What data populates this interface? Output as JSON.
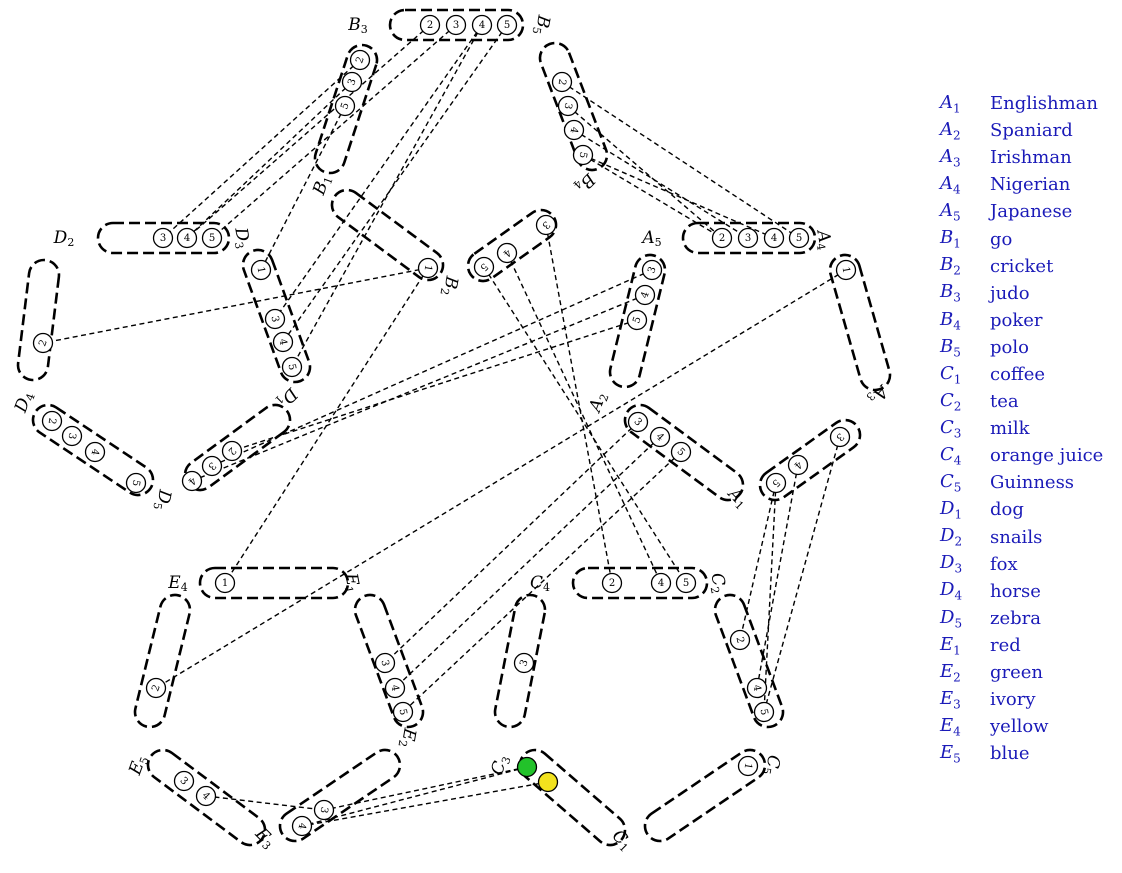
{
  "legend": [
    {
      "letter": "A",
      "index": "1",
      "name": "Englishman"
    },
    {
      "letter": "A",
      "index": "2",
      "name": "Spaniard"
    },
    {
      "letter": "A",
      "index": "3",
      "name": "Irishman"
    },
    {
      "letter": "A",
      "index": "4",
      "name": "Nigerian"
    },
    {
      "letter": "A",
      "index": "5",
      "name": "Japanese"
    },
    {
      "letter": "B",
      "index": "1",
      "name": "go"
    },
    {
      "letter": "B",
      "index": "2",
      "name": "cricket"
    },
    {
      "letter": "B",
      "index": "3",
      "name": "judo"
    },
    {
      "letter": "B",
      "index": "4",
      "name": "poker"
    },
    {
      "letter": "B",
      "index": "5",
      "name": "polo"
    },
    {
      "letter": "C",
      "index": "1",
      "name": "coffee"
    },
    {
      "letter": "C",
      "index": "2",
      "name": "tea"
    },
    {
      "letter": "C",
      "index": "3",
      "name": "milk"
    },
    {
      "letter": "C",
      "index": "4",
      "name": "orange juice"
    },
    {
      "letter": "C",
      "index": "5",
      "name": "Guinness"
    },
    {
      "letter": "D",
      "index": "1",
      "name": "dog"
    },
    {
      "letter": "D",
      "index": "2",
      "name": "snails"
    },
    {
      "letter": "D",
      "index": "3",
      "name": "fox"
    },
    {
      "letter": "D",
      "index": "4",
      "name": "horse"
    },
    {
      "letter": "D",
      "index": "5",
      "name": "zebra"
    },
    {
      "letter": "E",
      "index": "1",
      "name": "red"
    },
    {
      "letter": "E",
      "index": "2",
      "name": "green"
    },
    {
      "letter": "E",
      "index": "3",
      "name": "ivory"
    },
    {
      "letter": "E",
      "index": "4",
      "name": "yellow"
    },
    {
      "letter": "E",
      "index": "5",
      "name": "blue"
    }
  ],
  "colors": {
    "legend_text": "#1a1ab8",
    "highlight_green": "#22c22a",
    "highlight_yellow": "#f2e21e",
    "line": "#000000"
  },
  "groups": [
    {
      "id": "B3",
      "letter": "B",
      "index": "3",
      "upright": true,
      "nodes": [
        "2",
        "3",
        "4",
        "5"
      ]
    },
    {
      "id": "B5",
      "letter": "B",
      "index": "5",
      "upright": false,
      "nodes": [
        "2",
        "3",
        "4",
        "5"
      ]
    },
    {
      "id": "B1",
      "letter": "B",
      "index": "1",
      "upright": false,
      "nodes": [
        "2",
        "3",
        "5"
      ]
    },
    {
      "id": "D2",
      "letter": "D",
      "index": "2",
      "upright": true,
      "nodes": [
        "3",
        "4",
        "5"
      ]
    },
    {
      "id": "D3",
      "letter": "D",
      "index": "3",
      "upright": false,
      "nodes": [
        "1",
        "3",
        "4",
        "5"
      ]
    },
    {
      "id": "B2",
      "letter": "B",
      "index": "2",
      "upright": false,
      "nodes": [
        "1"
      ]
    },
    {
      "id": "B4",
      "letter": "B",
      "index": "4",
      "upright": false,
      "nodes": [
        "3",
        "4",
        "5"
      ]
    },
    {
      "id": "A5",
      "letter": "A",
      "index": "5",
      "upright": true,
      "nodes": [
        "2",
        "3",
        "4",
        "5"
      ]
    },
    {
      "id": "A4",
      "letter": "A",
      "index": "4",
      "upright": false,
      "nodes": [
        "1"
      ]
    },
    {
      "id": "D4",
      "letter": "D",
      "index": "4",
      "upright": false,
      "nodes": [
        "2"
      ]
    },
    {
      "id": "D1",
      "letter": "D",
      "index": "1",
      "upright": false,
      "nodes": [
        "2",
        "3",
        "4",
        "5"
      ]
    },
    {
      "id": "A2",
      "letter": "A",
      "index": "2",
      "upright": false,
      "nodes": [
        "3",
        "4",
        "5"
      ]
    },
    {
      "id": "A3",
      "letter": "A",
      "index": "3",
      "upright": false,
      "nodes": [
        "3",
        "4",
        "5"
      ]
    },
    {
      "id": "D5",
      "letter": "D",
      "index": "5",
      "upright": false,
      "nodes": [
        "2",
        "3",
        "4",
        "5"
      ]
    },
    {
      "id": "A1",
      "letter": "A",
      "index": "1",
      "upright": false,
      "nodes": [
        "3",
        "4",
        "5"
      ]
    },
    {
      "id": "E4",
      "letter": "E",
      "index": "4",
      "upright": true,
      "nodes": [
        "1"
      ]
    },
    {
      "id": "E1",
      "letter": "E",
      "index": "1",
      "upright": false,
      "nodes": [
        "3",
        "4",
        "5"
      ]
    },
    {
      "id": "C4",
      "letter": "C",
      "index": "4",
      "upright": true,
      "nodes": [
        "2",
        "4",
        "5"
      ]
    },
    {
      "id": "C2",
      "letter": "C",
      "index": "2",
      "upright": false,
      "nodes": [
        "2",
        "4",
        "5"
      ]
    },
    {
      "id": "E5",
      "letter": "E",
      "index": "5",
      "upright": false,
      "nodes": [
        "2"
      ]
    },
    {
      "id": "C3",
      "letter": "C",
      "index": "3",
      "upright": false,
      "nodes": [
        "3",
        "4",
        "5"
      ]
    },
    {
      "id": "C5",
      "letter": "C",
      "index": "5",
      "upright": false,
      "nodes": [
        "1"
      ]
    },
    {
      "id": "E2",
      "letter": "E",
      "index": "2",
      "upright": false,
      "nodes": [
        "3",
        "4"
      ]
    },
    {
      "id": "E3",
      "letter": "E",
      "index": "3",
      "upright": false,
      "nodes": [
        "3",
        "4"
      ]
    },
    {
      "id": "C1",
      "letter": "C",
      "index": "1",
      "upright": false,
      "nodes": []
    }
  ]
}
